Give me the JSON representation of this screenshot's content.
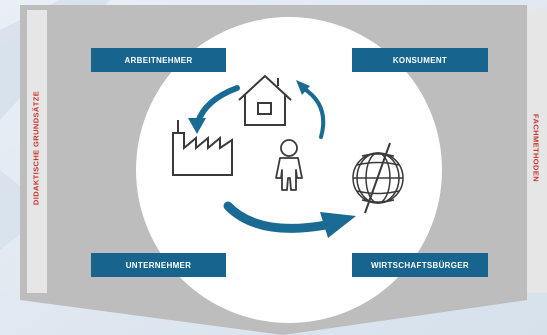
{
  "labels": {
    "arbeitnehmer": "ARBEITNEHMER",
    "konsument": "KONSUMENT",
    "unternehmer": "UNTERNEHMER",
    "wirtschaftsbuerger": "WIRTSCHAFTSBÜRGER"
  },
  "side_labels": {
    "left": "DIDAKTISCHE GRUNDSÄTZE",
    "right": "FACHMETHODEN"
  },
  "colors": {
    "tag_blue": "#17658f",
    "arrow_blue": "#1a6b93",
    "accent_red": "#c8342f",
    "panel_gray": "#bdbdbd",
    "circle_white": "#ffffff",
    "background": "#dfe8f1"
  },
  "icons": [
    "factory-icon",
    "house-icon",
    "person-icon",
    "globe-icon"
  ]
}
